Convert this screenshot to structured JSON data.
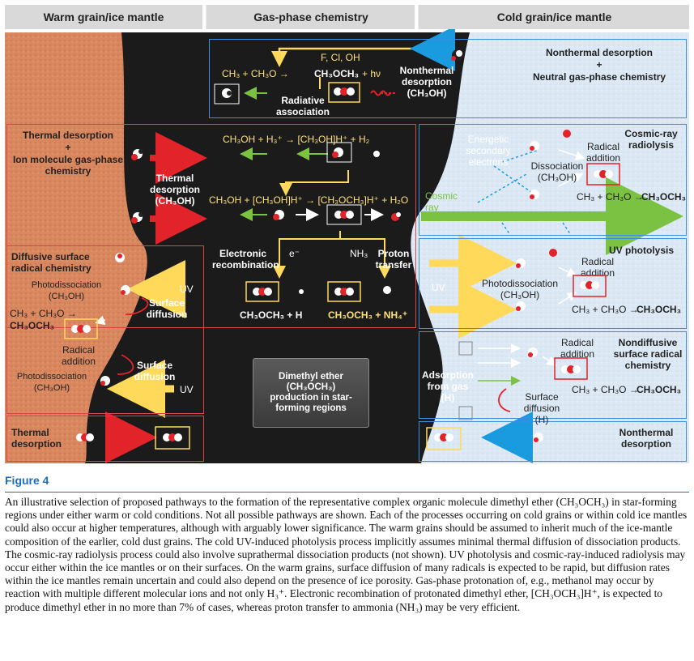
{
  "headers": {
    "warm": "Warm grain/ice mantle",
    "gas": "Gas-phase chemistry",
    "cold": "Cold grain/ice mantle"
  },
  "top": {
    "reagents": "F, Cl, OH",
    "eq_left": "CH₃  +  CH₃O  →",
    "eq_product": "CH₃OCH₃",
    "eq_right": "+ hν",
    "radiative": "Radiative association",
    "nonthermal_ch3oh": "Nonthermal desorption (CH₃OH)",
    "cold_title_1": "Nonthermal desorption",
    "cold_title_2": "+",
    "cold_title_3": "Neutral gas-phase chemistry"
  },
  "warm": {
    "thermal_ion_1": "Thermal desorption",
    "thermal_ion_2": "+",
    "thermal_ion_3": "Ion molecule gas-phase chemistry",
    "thermal_desorption_ch3oh": "Thermal desorption (CH₃OH)",
    "diffusive_title": "Diffusive surface radical chemistry",
    "photodiss_top": "Photodissociation (CH₃OH)",
    "uv_top": "UV",
    "surface_diffusion_top": "Surface diffusion",
    "eq_line1": "CH₃ + CH₃O →",
    "eq_line2": "CH₃OCH₃",
    "radical_addition": "Radical addition",
    "surface_diffusion_bottom": "Surface diffusion",
    "photodiss_bottom": "Photodissociation (CH₃OH)",
    "uv_bottom": "UV",
    "thermal_desorption": "Thermal desorption"
  },
  "gas": {
    "eq1": "CH₃OH  +  H₃⁺  →   [CH₃OH]H⁺  +  H₂",
    "eq2": "CH₃OH  +  [CH₃OH]H⁺  →  [CH₃OCH₃]H⁺  +  H₂O",
    "electronic_recombination": "Electronic recombination",
    "electron": "e⁻",
    "nh3": "NH₃",
    "proton_transfer": "Proton transfer",
    "product_left": "CH₃OCH₃ + H",
    "product_right": "CH₃OCH₃ + NH₄⁺",
    "center_box": "Dimethyl ether (CH₃OCH₃) production in star-forming regions"
  },
  "cold": {
    "energetic": "Energetic secondary electrons",
    "cosmic_ray": "Cosmic ray",
    "cr_title": "Cosmic-ray radiolysis",
    "radical_addition_1": "Radical addition",
    "dissociation": "Dissociation (CH₃OH)",
    "eq_cr_prefix": "CH₃ + CH₃O →",
    "eq_cr_product": "CH₃OCH₃",
    "uv_title": "UV photolysis",
    "uv": "UV",
    "radical_addition_2": "Radical addition",
    "photodiss": "Photodissociation (CH₃OH)",
    "eq_uv_prefix": "CH₃ + CH₃O →",
    "eq_uv_product": "CH₃OCH₃",
    "nondiff_title": "Nondiffusive surface radical chemistry",
    "radical_addition_3": "Radical addition",
    "adsorption": "Adsorption from gas (H)",
    "surface_diffusion": "Surface diffusion (H)",
    "eq_nd_prefix": "CH₃ + CH₃O →",
    "eq_nd_product": "CH₃OCH₃",
    "nonthermal_desorption": "Nonthermal desorption"
  },
  "caption": {
    "label": "Figure 4",
    "text": "An illustrative selection of proposed pathways to the formation of the representative complex organic molecule dimethyl ether (CH₃OCH₃) in star-forming regions under either warm or cold conditions. Not all possible pathways are shown. Each of the processes occurring on cold grains or within cold ice mantles could also occur at higher temperatures, although with arguably lower significance. The warm grains should be assumed to inherit much of the ice-mantle composition of the earlier, cold dust grains. The cold UV-induced photolysis process implicitly assumes minimal thermal diffusion of dissociation products. The cosmic-ray radiolysis process could also involve suprathermal dissociation products (not shown). UV photolysis and cosmic-ray-induced radiolysis may occur either within the ice mantles or on their surfaces. On the warm grains, surface diffusion of many radicals is expected to be rapid, but diffusion rates within the ice mantles remain uncertain and could also depend on the presence of ice porosity. Gas-phase protonation of, e.g., methanol may occur by reaction with multiple different molecular ions and not only H₃⁺. Electronic recombination of protonated dimethyl ether, [CH₃OCH₃]H⁺, is expected to produce dimethyl ether in no more than 7% of cases, whereas proton transfer to ammonia (NH₃) may be very efficient."
  },
  "colors": {
    "warm": "#d9875f",
    "cold": "#dbe9f5",
    "dark": "#1b1b1b",
    "red_arrow": "#e2232a",
    "yellow_arrow": "#ffd95a",
    "blue_arrow": "#1a9be0",
    "green_arrow": "#7cc242"
  }
}
